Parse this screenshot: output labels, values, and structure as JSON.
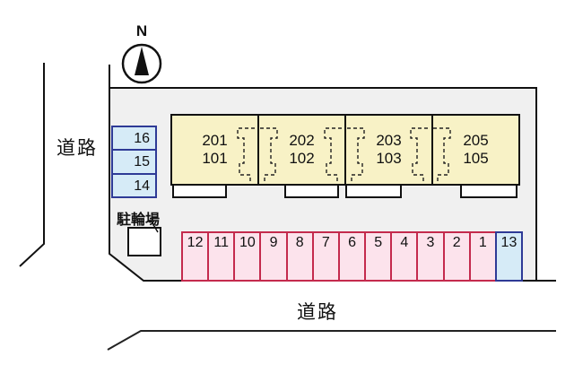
{
  "diagram_type": "site-plan",
  "compass": {
    "label": "N"
  },
  "roads": {
    "left_label": "道路",
    "bottom_label": "道路"
  },
  "building": {
    "units": [
      {
        "upper": "201",
        "lower": "101"
      },
      {
        "upper": "202",
        "lower": "102"
      },
      {
        "upper": "203",
        "lower": "103"
      },
      {
        "upper": "205",
        "lower": "105"
      }
    ]
  },
  "side_spaces": [
    {
      "label": "16"
    },
    {
      "label": "15"
    },
    {
      "label": "14"
    }
  ],
  "bicycle_area": {
    "label": "駐輪場"
  },
  "parking": {
    "spaces": [
      {
        "label": "12",
        "type": "standard"
      },
      {
        "label": "11",
        "type": "standard"
      },
      {
        "label": "10",
        "type": "standard"
      },
      {
        "label": "9",
        "type": "standard"
      },
      {
        "label": "8",
        "type": "standard"
      },
      {
        "label": "7",
        "type": "standard"
      },
      {
        "label": "6",
        "type": "standard"
      },
      {
        "label": "5",
        "type": "standard"
      },
      {
        "label": "4",
        "type": "standard"
      },
      {
        "label": "3",
        "type": "standard"
      },
      {
        "label": "2",
        "type": "standard"
      },
      {
        "label": "1",
        "type": "standard"
      },
      {
        "label": "13",
        "type": "special"
      }
    ]
  },
  "colors": {
    "site_fill": "#f0f0f0",
    "building_fill": "#f8f2c6",
    "parking_fill": "#fce3ec",
    "parking_border": "#c42a4d",
    "special_fill": "#d6ebf7",
    "special_border": "#2e3a96",
    "outline": "#111111"
  }
}
